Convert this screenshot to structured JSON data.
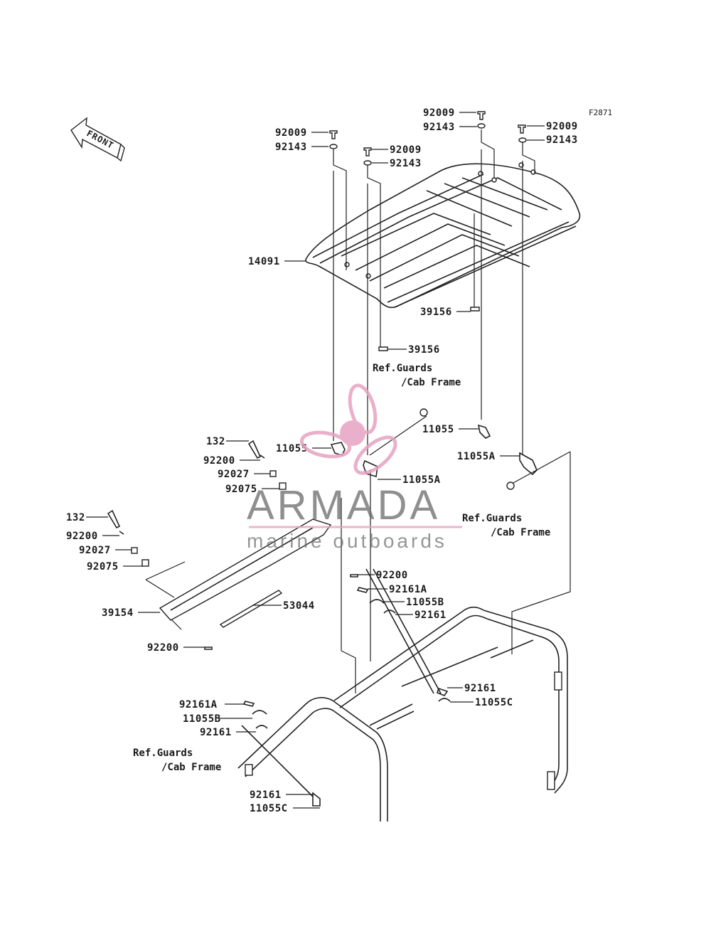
{
  "figure_code": "F2871",
  "front_arrow": "FRONT",
  "watermark": {
    "brand": "ARMADA",
    "tagline": "marine outboards",
    "colors": {
      "logo": "#e7a3c3",
      "text": "#6a6a6a"
    }
  },
  "callouts": [
    "92009",
    "92143",
    "92009",
    "92143",
    "92009",
    "92143",
    "92009",
    "92143",
    "14091",
    "39156",
    "39156",
    "11055",
    "11055A",
    "11055",
    "11055A",
    "132",
    "92200",
    "92027",
    "92075",
    "132",
    "92200",
    "92027",
    "92075",
    "39154",
    "53044",
    "92200",
    "92161A",
    "11055B",
    "92161",
    "92161",
    "11055C",
    "92200",
    "92161A",
    "11055B",
    "92161",
    "92161",
    "11055C"
  ],
  "references": [
    {
      "line1": "Ref.Guards",
      "line2": "/Cab Frame"
    },
    {
      "line1": "Ref.Guards",
      "line2": "/Cab Frame"
    },
    {
      "line1": "Ref.Guards",
      "line2": "/Cab Frame"
    }
  ]
}
